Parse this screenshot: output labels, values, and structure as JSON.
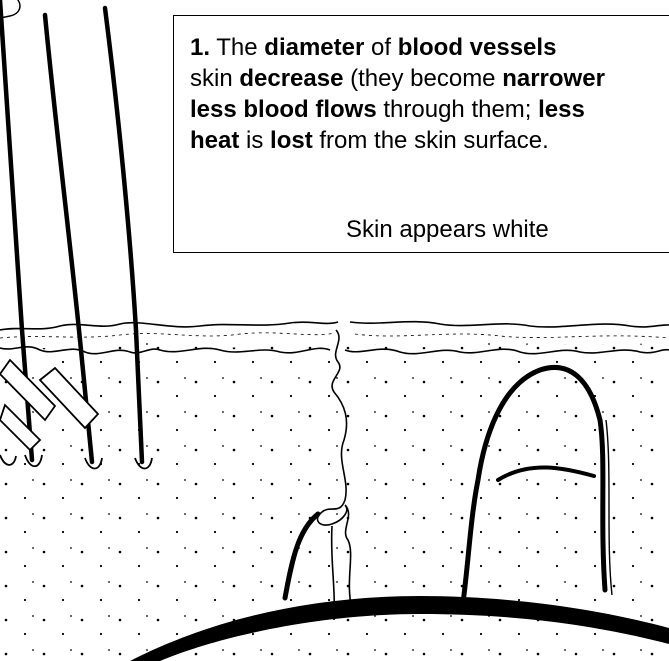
{
  "callout": {
    "number": "1.",
    "t_the": " The ",
    "t_diameter": "diameter",
    "t_of": " of ",
    "t_blood_vessels": "blood vessels",
    "t_skin": "skin ",
    "t_decrease": "decrease",
    "t_they_become": " (they become ",
    "t_narrower": "narrower",
    "t_less_blood_flows": "less blood flows",
    "t_through_them": " through them; ",
    "t_less": "less",
    "t_heat": "heat",
    "t_is": " is ",
    "t_lost": "lost",
    "t_from_skin": " from the skin surface.",
    "caption": "Skin appears white"
  }
}
